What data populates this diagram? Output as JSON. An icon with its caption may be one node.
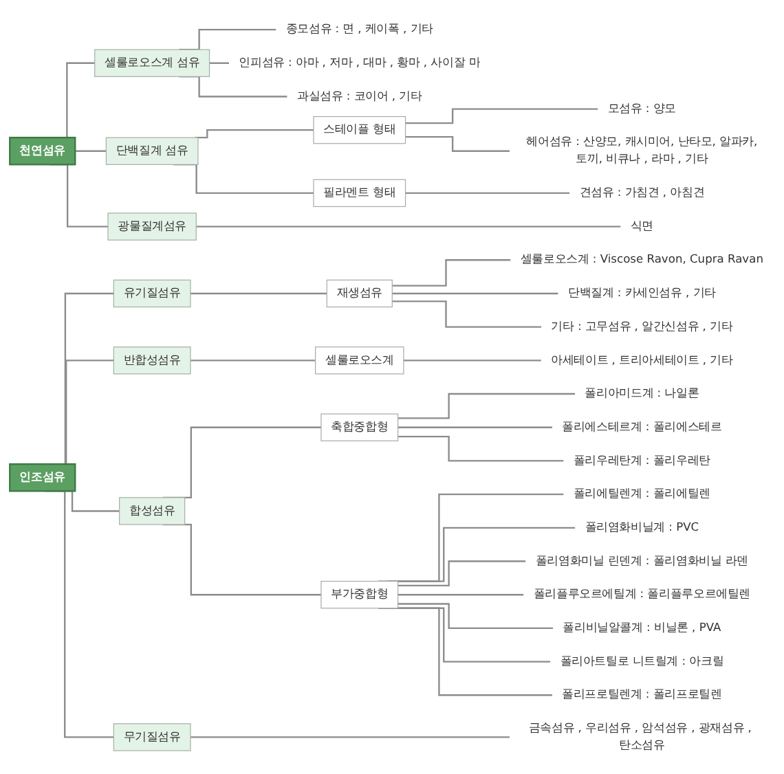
{
  "diagram": {
    "nodes": [
      {
        "text": [
          "천연섬유"
        ]
      },
      {
        "text": [
          "셀룰로오스계 섬유"
        ]
      },
      {
        "text": [
          "종모섬유 : 면 , 케이폭 , 기타"
        ]
      },
      {
        "text": [
          "인피섬유 : 아마 , 저마 , 대마 , 황마 , 사이잘 마"
        ]
      },
      {
        "text": [
          "과실섬유 : 코이어 , 기타"
        ]
      },
      {
        "text": [
          "단백질계 섬유"
        ]
      },
      {
        "text": [
          "스테이플 형태"
        ]
      },
      {
        "text": [
          "모섬유 : 양모"
        ]
      },
      {
        "text": [
          "헤어섬유 : 산양모, 캐시미어, 난타모, 알파카,토끼, 비큐나 , 라마 , 기타"
        ]
      },
      {
        "text": [
          "필라멘트 형태"
        ]
      },
      {
        "text": [
          "견섬유 : 가침견 , 아침견"
        ]
      },
      {
        "text": [
          "광물질계섬유"
        ]
      },
      {
        "text": [
          "식면"
        ]
      },
      {
        "text": [
          "인조섬유"
        ]
      },
      {
        "text": [
          "유기질섬유"
        ]
      },
      {
        "text": [
          "재생섬유"
        ]
      },
      {
        "text": [
          "셀룰로오스계 : Viscose Ravon, Cupra Ravan"
        ]
      },
      {
        "text": [
          "단백질계 : 카세인섬유 , 기타"
        ]
      },
      {
        "text": [
          "기타 : 고무섬유 , 알간신섬유 , 기타"
        ]
      },
      {
        "text": [
          "반합성섬유"
        ]
      },
      {
        "text": [
          "셀룰로오스계"
        ]
      },
      {
        "text": [
          "아세테이트 , 트리아세테이트 , 기타"
        ]
      },
      {
        "text": [
          "합성섬유"
        ]
      },
      {
        "text": [
          "축합중합형"
        ]
      },
      {
        "text": [
          "폴리아미드계 : 나일론"
        ]
      },
      {
        "text": [
          "폴리에스테르계 : 폴리에스테르"
        ]
      },
      {
        "text": [
          "폴리우레탄계 : 폴리우레탄"
        ]
      },
      {
        "text": [
          "부가중합형"
        ]
      },
      {
        "text": [
          "폴리에틸렌계 : 폴리에틸렌"
        ]
      },
      {
        "text": [
          "폴리염화비닐계 : PVC"
        ]
      },
      {
        "text": [
          "폴리염화미닐 린덴계 : 폴리염화비닐 라덴"
        ]
      },
      {
        "text": [
          "폴리플루오르에틸계 : 폴리플루오르에틸렌"
        ]
      },
      {
        "text": [
          "폴리비닐알콜계 : 비닐론 , PVA"
        ]
      },
      {
        "text": [
          "폴리아트틸로 니트릴계 : 아크릴"
        ]
      },
      {
        "text": [
          "폴리프로틸렌계 : 폴리프로틸렌"
        ]
      },
      {
        "text": [
          "무기질섬유"
        ]
      },
      {
        "text": [
          "금속섬유 , 우리섬유 , 암석섬유 , 광재섬유 , 탄소섬유"
        ]
      }
    ],
    "edges": [
      {
        "from": 0,
        "to": 1,
        "arrow": "none"
      },
      {
        "from": 0,
        "to": 5,
        "arrow": "none"
      },
      {
        "from": 0,
        "to": 11,
        "arrow": "none"
      },
      {
        "from": 1,
        "to": 2,
        "arrow": "none"
      },
      {
        "from": 1,
        "to": 3,
        "arrow": "none"
      },
      {
        "from": 1,
        "to": 4,
        "arrow": "none"
      },
      {
        "from": 5,
        "to": 6,
        "arrow": "none"
      },
      {
        "from": 5,
        "to": 9,
        "arrow": "none"
      },
      {
        "from": 6,
        "to": 7,
        "arrow": "none"
      },
      {
        "from": 6,
        "to": 8,
        "arrow": "none"
      },
      {
        "from": 9,
        "to": 10,
        "arrow": "none"
      },
      {
        "from": 11,
        "to": 12,
        "arrow": "none"
      },
      {
        "from": 13,
        "to": 14,
        "arrow": "none"
      },
      {
        "from": 13,
        "to": 19,
        "arrow": "none"
      },
      {
        "from": 13,
        "to": 22,
        "arrow": "none"
      },
      {
        "from": 13,
        "to": 35,
        "arrow": "none"
      },
      {
        "from": 14,
        "to": 15,
        "arrow": "none"
      },
      {
        "from": 15,
        "to": 16,
        "arrow": "none"
      },
      {
        "from": 15,
        "to": 17,
        "arrow": "none"
      },
      {
        "from": 15,
        "to": 18,
        "arrow": "none"
      },
      {
        "from": 19,
        "to": 20,
        "arrow": "none"
      },
      {
        "from": 20,
        "to": 21,
        "arrow": "none"
      },
      {
        "from": 22,
        "to": 23,
        "arrow": "none"
      },
      {
        "from": 22,
        "to": 27,
        "arrow": "none"
      },
      {
        "from": 23,
        "to": 24,
        "arrow": "none"
      },
      {
        "from": 23,
        "to": 25,
        "arrow": "none"
      },
      {
        "from": 23,
        "to": 26,
        "arrow": "none"
      },
      {
        "from": 27,
        "to": 28,
        "arrow": "none"
      },
      {
        "from": 27,
        "to": 29,
        "arrow": "none"
      },
      {
        "from": 27,
        "to": 30,
        "arrow": "none"
      },
      {
        "from": 27,
        "to": 31,
        "arrow": "none"
      },
      {
        "from": 27,
        "to": 32,
        "arrow": "none"
      },
      {
        "from": 27,
        "to": 33,
        "arrow": "none"
      },
      {
        "from": 27,
        "to": 34,
        "arrow": "none"
      },
      {
        "from": 35,
        "to": 36,
        "arrow": "none"
      }
    ]
  }
}
